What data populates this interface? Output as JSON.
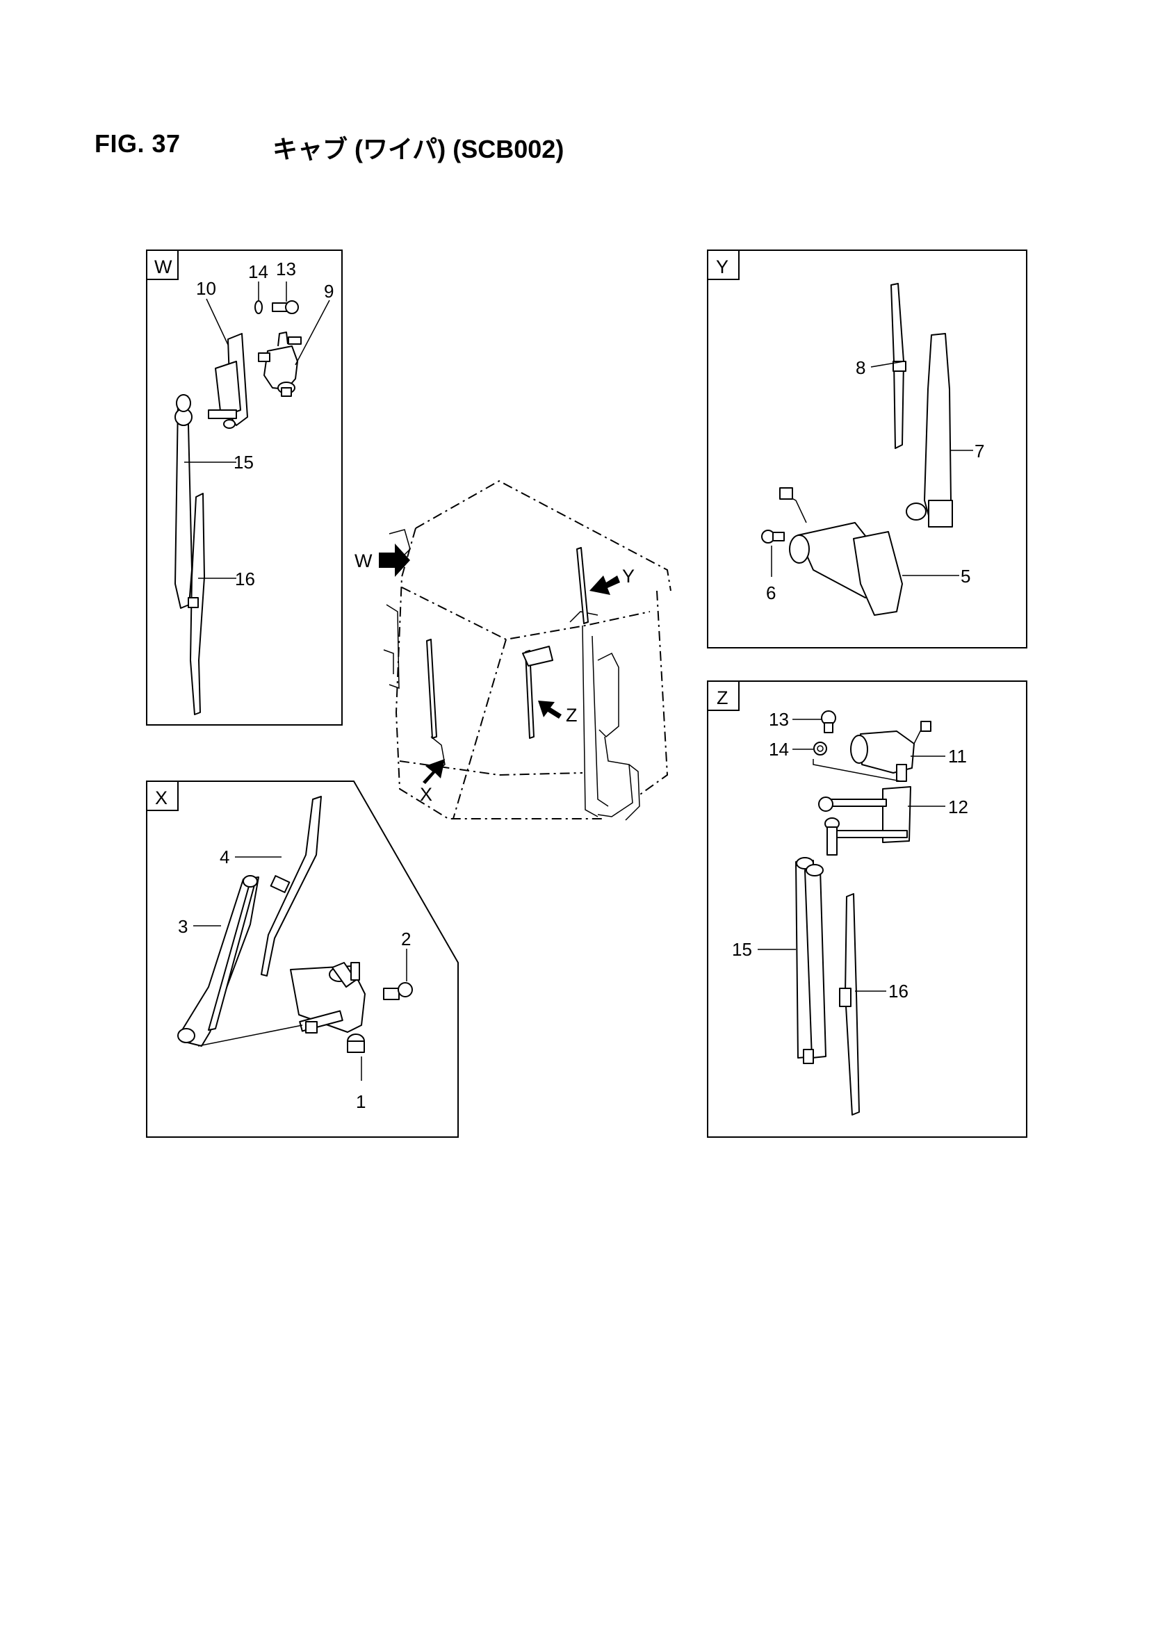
{
  "header": {
    "fig_number": "FIG. 37",
    "title": "キャブ (ワイパ) (SCB002)"
  },
  "views": {
    "W": {
      "tag": "W",
      "callouts": [
        "10",
        "14",
        "13",
        "9",
        "15",
        "16"
      ]
    },
    "X": {
      "tag": "X",
      "callouts": [
        "4",
        "3",
        "2",
        "1"
      ]
    },
    "Y": {
      "tag": "Y",
      "callouts": [
        "8",
        "7",
        "6",
        "5"
      ]
    },
    "Z": {
      "tag": "Z",
      "callouts": [
        "13",
        "14",
        "11",
        "12",
        "15",
        "16"
      ]
    }
  },
  "cab": {
    "arrows": [
      "W",
      "X",
      "Y",
      "Z"
    ]
  }
}
